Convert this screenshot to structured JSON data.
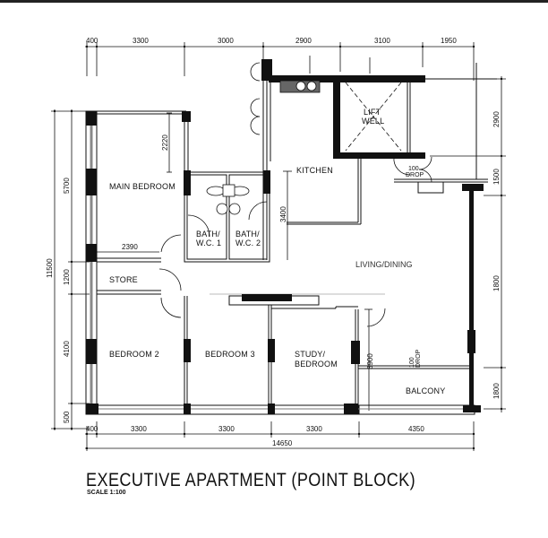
{
  "title": "EXECUTIVE APARTMENT (POINT BLOCK)",
  "scale": "SCALE 1:100",
  "dimensions": {
    "top": [
      "400",
      "3300",
      "3000",
      "2900",
      "3100",
      "1950"
    ],
    "bottom": [
      "400",
      "3300",
      "3300",
      "3300",
      "4350"
    ],
    "bottom_total": "14650",
    "left": [
      "5700",
      "1200",
      "4100",
      "500"
    ],
    "left_total": "11500",
    "right": [
      "2900",
      "1500",
      "1800",
      "1800"
    ],
    "internal": {
      "main_bedroom_depth": "2220",
      "store_width": "2390",
      "kitchen_depth": "3400",
      "balcony_depth": "3900"
    }
  },
  "rooms": {
    "main_bedroom": "MAIN BEDROOM",
    "bath1_line1": "BATH/",
    "bath1_line2": "W.C. 1",
    "bath2_line1": "BATH/",
    "bath2_line2": "W.C. 2",
    "kitchen": "KITCHEN",
    "lift_line1": "LIFT",
    "lift_line2": "WELL",
    "store": "STORE",
    "living": "LIVING/DINING",
    "bedroom2": "BEDROOM 2",
    "bedroom3": "BEDROOM 3",
    "study_line1": "STUDY/",
    "study_line2": "BEDROOM",
    "balcony": "BALCONY"
  },
  "annotations": {
    "drop_top_1": "100",
    "drop_top_2": "DROP",
    "drop_balcony_1": "100",
    "drop_balcony_2": "DROP"
  }
}
